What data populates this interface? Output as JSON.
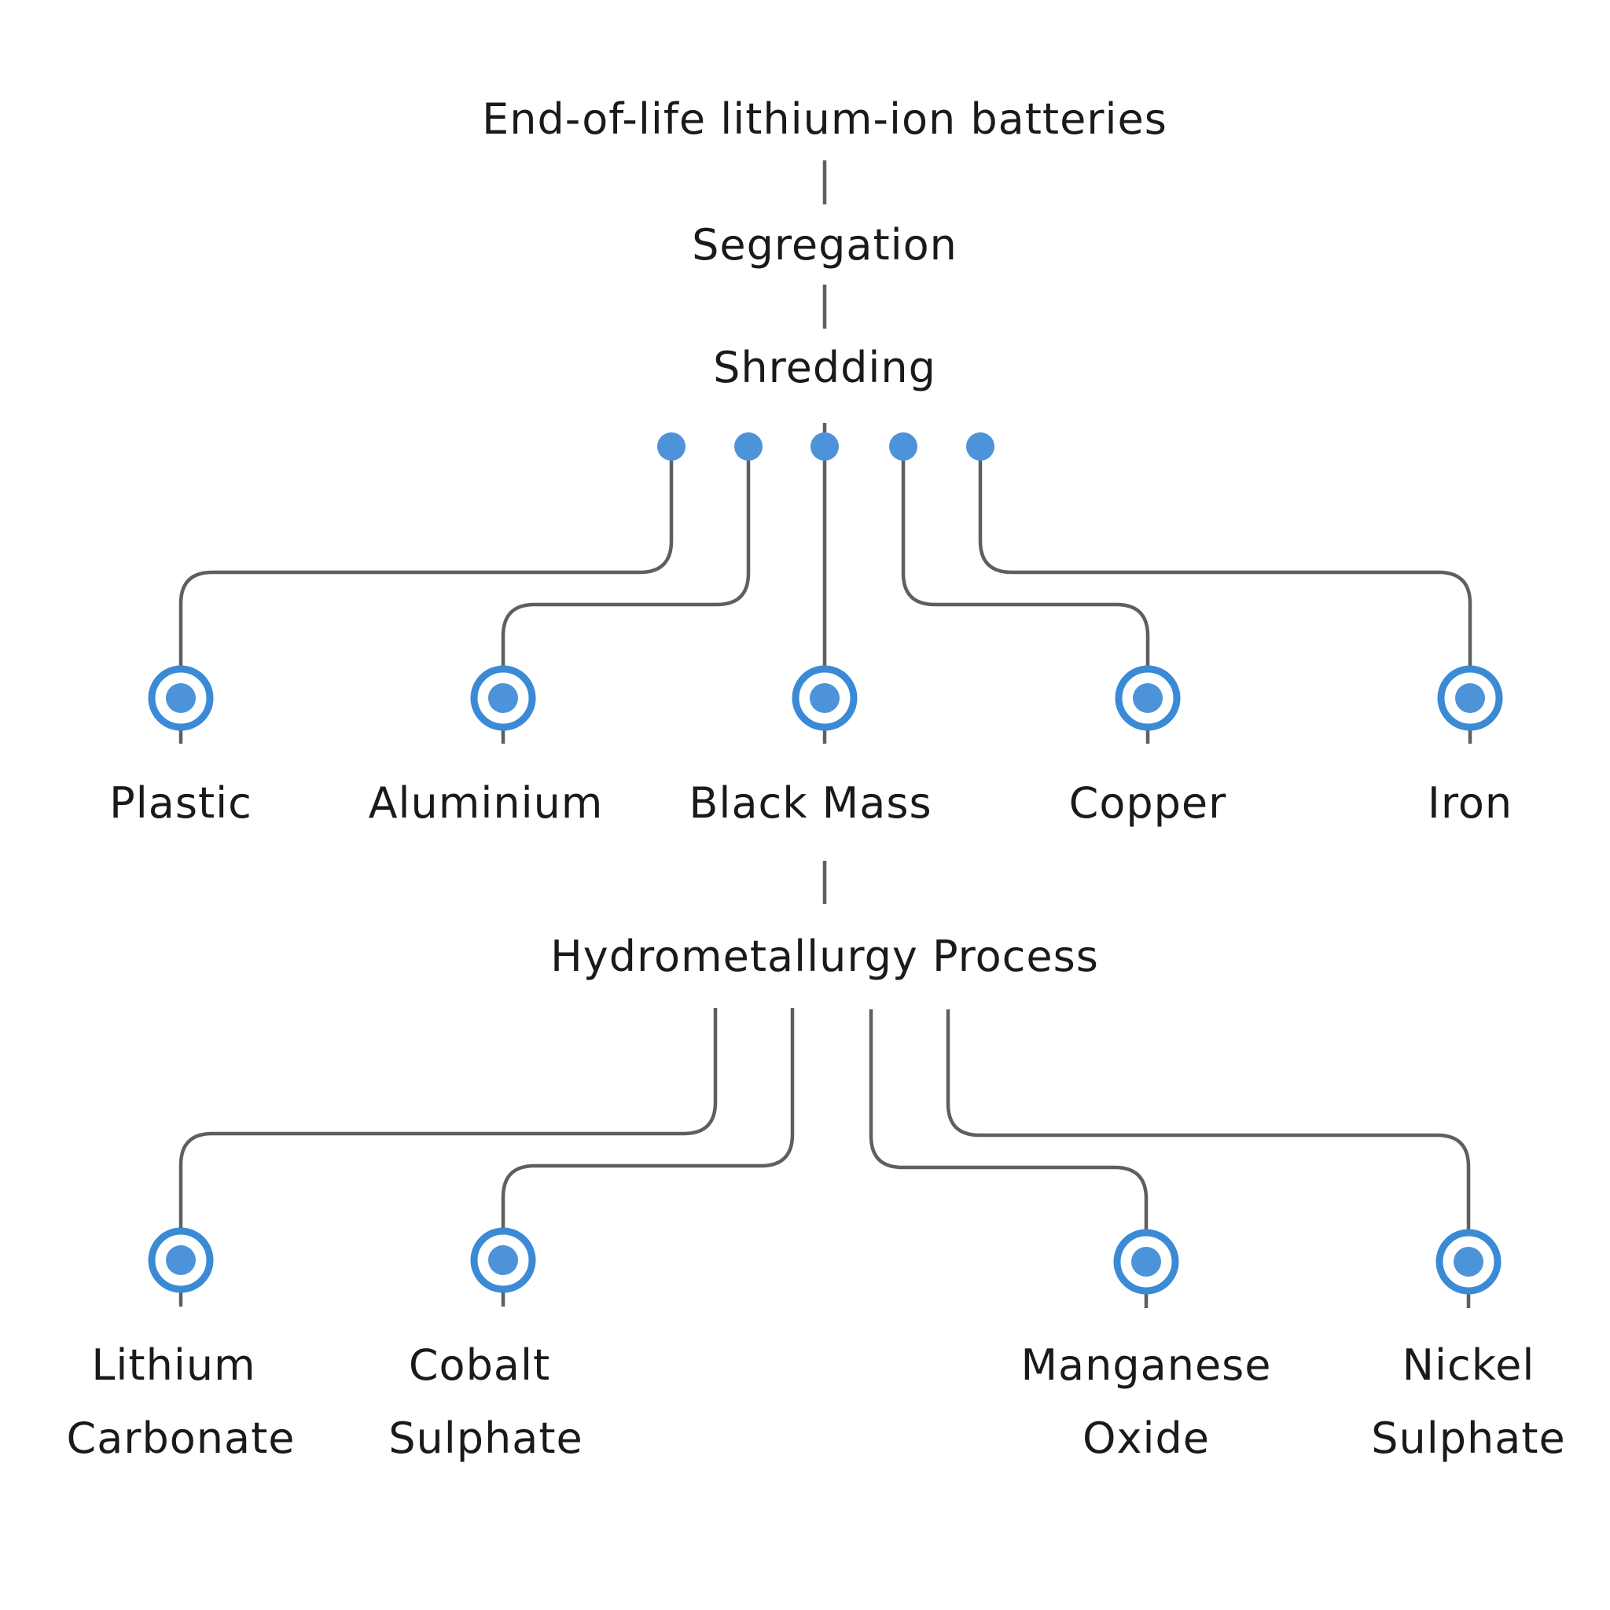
{
  "colors": {
    "accent": "#3a8ad6",
    "dot": "#4d93d9",
    "line": "#5f5f5f",
    "text": "#1a1a1a"
  },
  "steps": {
    "source": "End-of-life lithium-ion batteries",
    "segregation": "Segregation",
    "shredding": "Shredding",
    "hydrometallurgy": "Hydrometallurgy Process"
  },
  "shredding_outputs": [
    {
      "id": "plastic",
      "lines": [
        "Plastic"
      ]
    },
    {
      "id": "aluminium",
      "lines": [
        "Aluminium"
      ]
    },
    {
      "id": "black-mass",
      "lines": [
        "Black Mass"
      ]
    },
    {
      "id": "copper",
      "lines": [
        "Copper"
      ]
    },
    {
      "id": "iron",
      "lines": [
        "Iron"
      ]
    }
  ],
  "hydrometallurgy_outputs": [
    {
      "id": "lithium-carbonate",
      "lines": [
        "Lithium",
        "Carbonate"
      ]
    },
    {
      "id": "cobalt-sulphate",
      "lines": [
        "Cobalt",
        "Sulphate"
      ]
    },
    {
      "id": "manganese-oxide",
      "lines": [
        "Manganese",
        "Oxide"
      ]
    },
    {
      "id": "nickel-sulphate",
      "lines": [
        "Nickel",
        "Sulphate"
      ]
    }
  ]
}
